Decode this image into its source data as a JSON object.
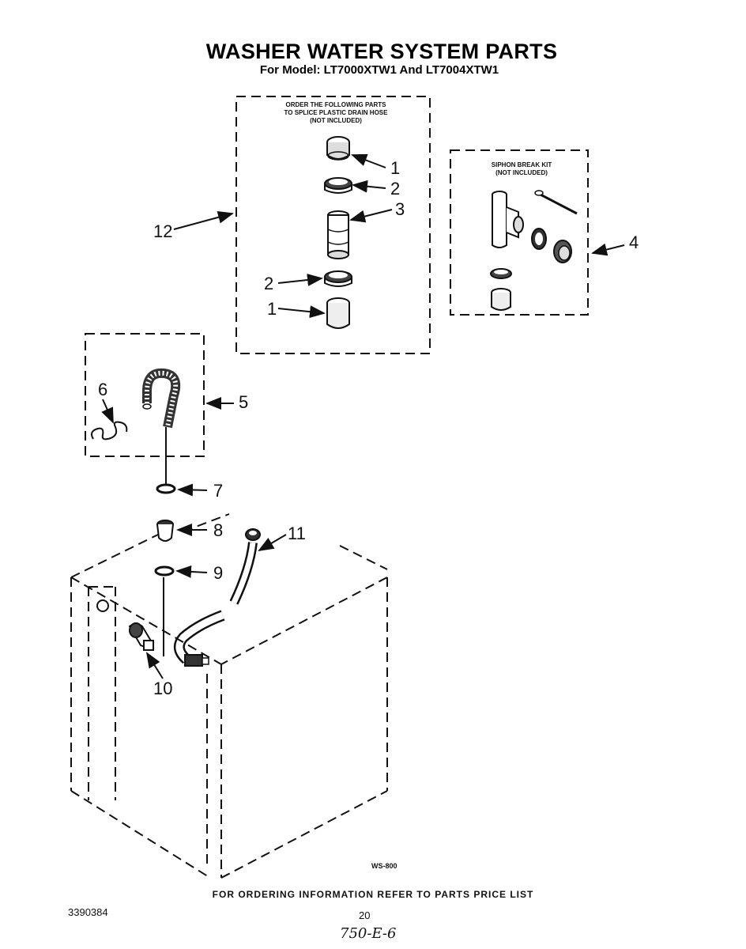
{
  "title": "WASHER WATER SYSTEM PARTS",
  "subtitle": "For Model: LT7000XTW1 And LT7004XTW1",
  "splice_box": {
    "note_line1": "ORDER THE FOLLOWING PARTS",
    "note_line2": "TO SPLICE PLASTIC DRAIN HOSE",
    "note_line3": "(NOT INCLUDED)"
  },
  "siphon_box": {
    "note_line1": "SIPHON BREAK KIT",
    "note_line2": "(NOT INCLUDED)"
  },
  "callouts": {
    "c1_top": "1",
    "c2_top": "2",
    "c3": "3",
    "c2_bottom": "2",
    "c1_bottom": "1",
    "c4": "4",
    "c5": "5",
    "c6": "6",
    "c7": "7",
    "c8": "8",
    "c9": "9",
    "c10": "10",
    "c11": "11",
    "c12": "12"
  },
  "figure_id": "WS-800",
  "footer": "FOR ORDERING INFORMATION REFER TO PARTS PRICE LIST",
  "doc_number": "3390384",
  "page_number": "20",
  "handwritten_note": "750-E-6"
}
